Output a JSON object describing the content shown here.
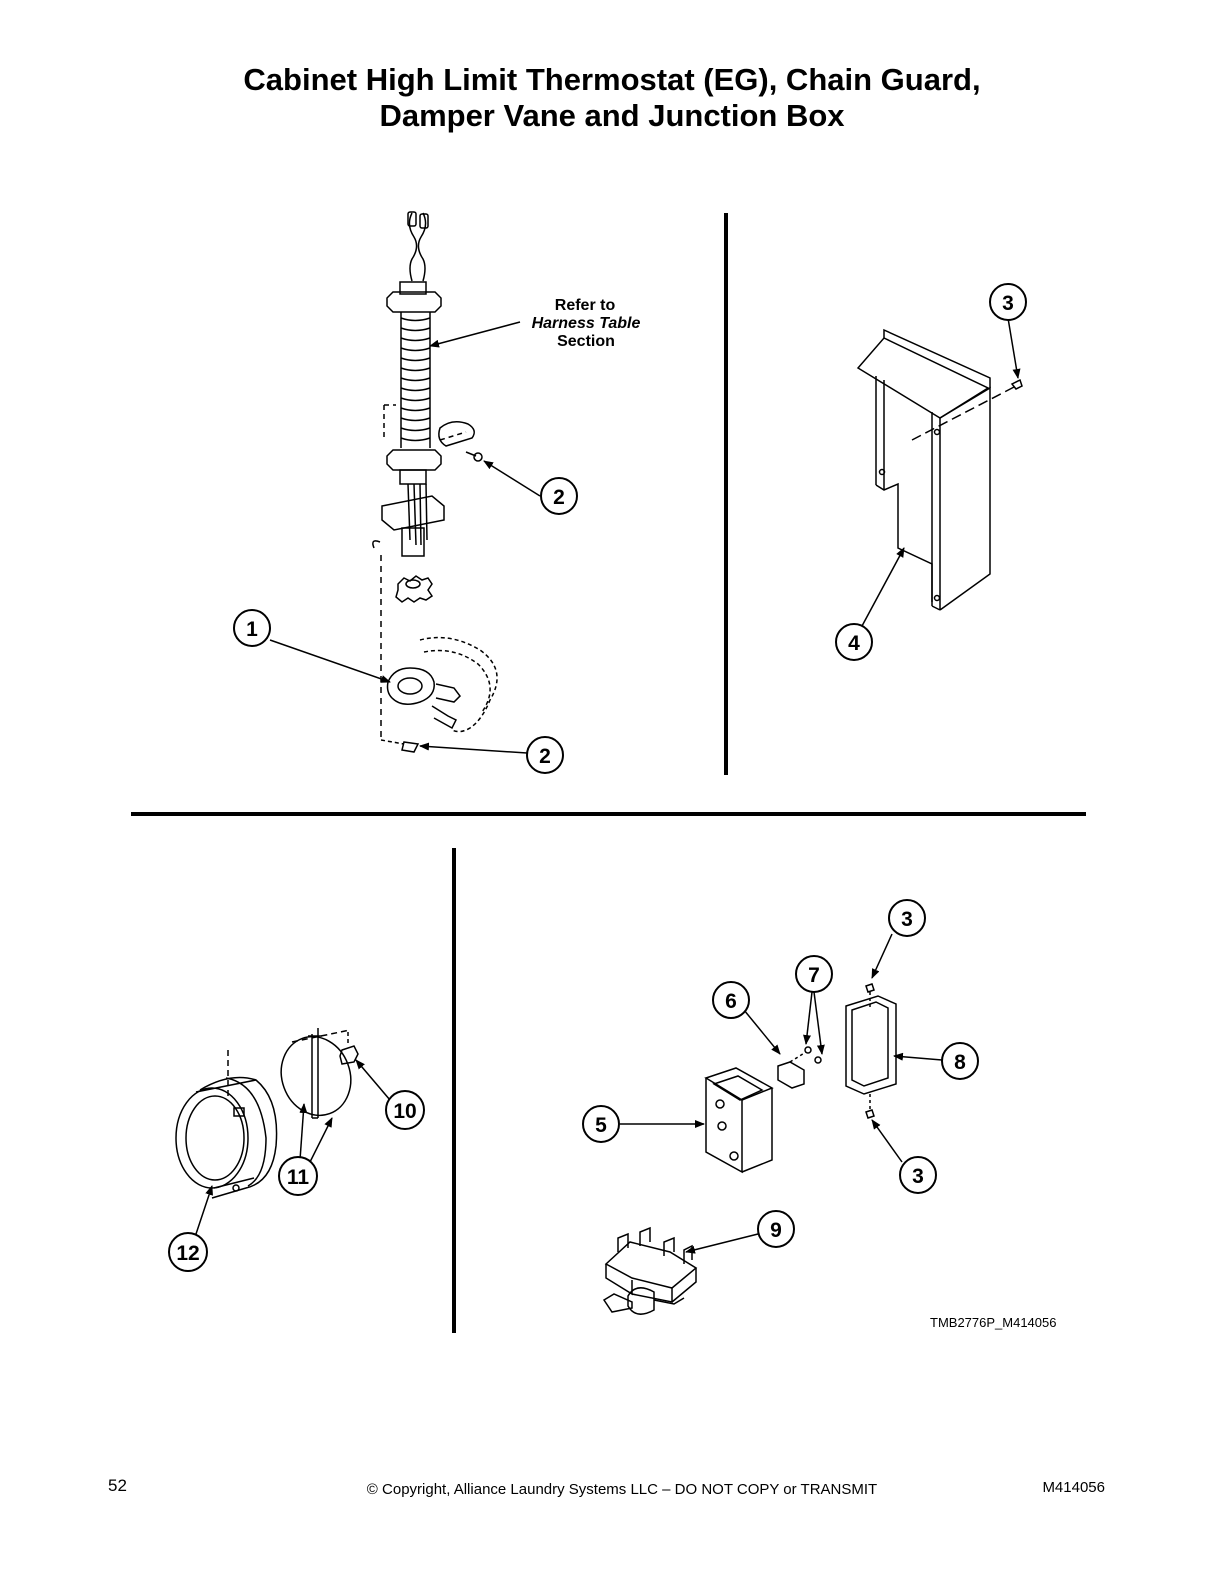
{
  "title": {
    "line1": "Cabinet High Limit Thermostat (EG), Chain Guard,",
    "line2": "Damper Vane and Junction Box"
  },
  "callouts": {
    "refer_line1": "Refer to",
    "refer_line2": "Harness Table",
    "refer_line3": "Section",
    "c1": "1",
    "c2a": "2",
    "c2b": "2",
    "c3a": "3",
    "c4": "4",
    "c3b": "3",
    "c3c": "3",
    "c5": "5",
    "c6": "6",
    "c7": "7",
    "c8": "8",
    "c9": "9",
    "c10": "10",
    "c11": "11",
    "c12": "12"
  },
  "figure_code": "TMB2776P_M414056",
  "footer": {
    "page": "52",
    "copyright": "© Copyright, Alliance Laundry Systems LLC – DO NOT COPY or TRANSMIT",
    "model": "M414056"
  }
}
